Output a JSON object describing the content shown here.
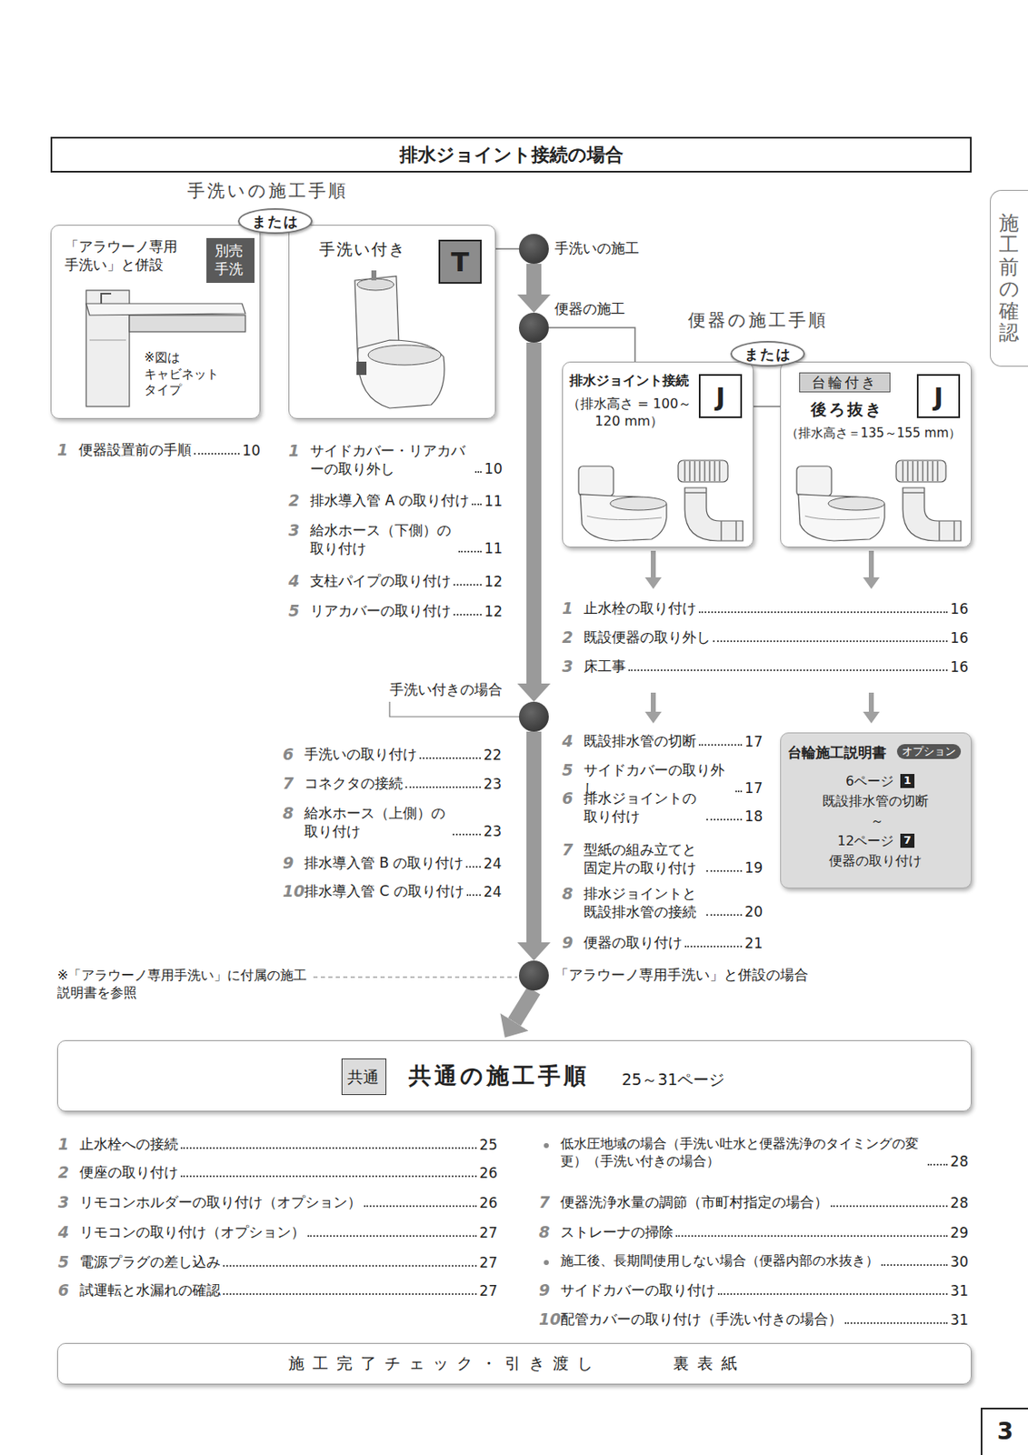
{
  "diagram": {
    "title": "排水ジョイント接続の場合",
    "nodes": [
      {
        "text": [
          "「アラウーノ専用 手洗い」と併設",
          "※図は キャビネット タイプ"
        ]
      },
      {
        "text": [
          "別売 手洗"
        ],
        "in": 0
      },
      {
        "text": [
          "または"
        ]
      },
      {
        "text": [
          "手洗い付き"
        ]
      },
      {
        "text": [
          "T"
        ],
        "in": 3
      },
      {
        "text": [
          "手洗いの施工"
        ]
      },
      {
        "text": [
          "施工前の確認"
        ]
      },
      {
        "text": [
          "便器の施工"
        ]
      },
      {
        "text": [
          "または"
        ]
      },
      {
        "text": [
          "排水ジョイント接続",
          "（排水高さ = 100～120 mm）"
        ]
      },
      {
        "text": [
          "J"
        ],
        "in": 9
      },
      {
        "text": [
          "台輪付き",
          "後ろ抜き",
          "（排水高さ＝135～155 mm）"
        ]
      },
      {
        "text": [
          "J"
        ],
        "in": 11
      },
      {
        "text": [
          "手洗い付きの場合"
        ]
      },
      {
        "text": [
          "台輪施工説明書",
          "オプション",
          "6ページ",
          "1",
          "既設排水管の切断",
          "～",
          "12ページ",
          "7",
          "便器の取り付け"
        ]
      },
      {
        "text": [
          "「アラウーノ専用手洗い」と併設の場合"
        ]
      },
      {
        "text": [
          "共通の施工手順",
          "25～31ページ"
        ]
      },
      {
        "text": [
          "共通"
        ],
        "in": 16
      },
      {
        "text": [
          "施工完了チェック・引き渡し",
          "裏表紙"
        ]
      },
      {
        "text": [
          "3"
        ]
      }
    ],
    "edges": [
      {
        "from": 3,
        "to": 5,
        "arrow": "none"
      },
      {
        "from": 5,
        "to": 7,
        "arrow": "to"
      },
      {
        "from": 7,
        "to": 13,
        "arrow": "to"
      },
      {
        "from": 13,
        "to": 15,
        "arrow": "to"
      },
      {
        "from": 15,
        "to": 16,
        "arrow": "to"
      },
      {
        "from": 7,
        "to": 9,
        "arrow": "none"
      },
      {
        "from": 9,
        "to": 11,
        "arrow": "none"
      }
    ],
    "labels": [
      "手洗いの施工手順",
      "便器の施工手順",
      "1",
      "便器設置前の手順",
      "10",
      "1",
      "サイドカバー・リアカバーの取り外し",
      "10",
      "2",
      "排水導入管 A の取り付け",
      "11",
      "3",
      "給水ホース（下側）の取り付け",
      "11",
      "4",
      "支柱パイプの取り付け",
      "12",
      "5",
      "リアカバーの取り付け",
      "12",
      "1",
      "止水栓の取り付け",
      "16",
      "2",
      "既設便器の取り外し",
      "16",
      "3",
      "床工事",
      "16",
      "4",
      "既設排水管の切断",
      "17",
      "5",
      "サイドカバーの取り外し",
      "17",
      "6",
      "排水ジョイントの取り付け",
      "18",
      "7",
      "型紙の組み立てと固定片の取り付け",
      "19",
      "8",
      "排水ジョイントと既設排水管の接続",
      "20",
      "9",
      "便器の取り付け",
      "21",
      "6",
      "手洗いの取り付け",
      "22",
      "7",
      "コネクタの接続",
      "23",
      "8",
      "給水ホース（上側）の取り付け",
      "23",
      "9",
      "排水導入管 B の取り付け",
      "24",
      "10",
      "排水導入管 C の取り付け",
      "24",
      "※「アラウーノ専用手洗い」に付属の施工説明書を参照",
      "1",
      "止水栓への接続",
      "25",
      "2",
      "便座の取り付け",
      "26",
      "3",
      "リモコンホルダーの取り付け（オプション）",
      "26",
      "4",
      "リモコンの取り付け（オプション）",
      "27",
      "5",
      "電源プラグの差し込み",
      "27",
      "6",
      "試運転と水漏れの確認",
      "27",
      "低水圧地域の場合（手洗い吐水と便器洗浄のタイミングの変更）（手洗い付きの場合）",
      "28",
      "7",
      "便器洗浄水量の調節（市町村指定の場合）",
      "28",
      "8",
      "ストレーナの掃除",
      "29",
      "施工後、長期間使用しない場合（便器内部の水抜き）",
      "30",
      "9",
      "サイドカバーの取り付け",
      "31",
      "10",
      "配管カバーの取り付け（手洗い付きの場合）",
      "31"
    ]
  }
}
